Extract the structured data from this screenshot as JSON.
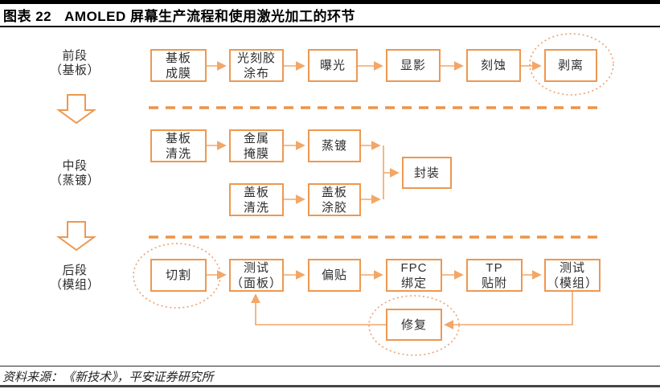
{
  "title": {
    "figure_label": "图表 22",
    "text": "AMOLED 屏幕生产流程和使用激光加工的环节"
  },
  "sections": {
    "front": {
      "line1": "前段",
      "line2": "（基板）"
    },
    "middle": {
      "line1": "中段",
      "line2": "（蒸镀）"
    },
    "back": {
      "line1": "后段",
      "line2": "（模组）"
    }
  },
  "nodes": {
    "substrate_film": "基板\n成膜",
    "photoresist_coating": "光刻胶\n涂布",
    "exposure": "曝光",
    "development": "显影",
    "etching": "刻蚀",
    "lift_off": "剥离",
    "substrate_cleaning": "基板\n清洗",
    "metal_mask": "金属\n掩膜",
    "evaporation": "蒸镀",
    "cover_cleaning": "盖板\n清洗",
    "cover_gluing": "盖板\n涂胶",
    "encapsulation": "封装",
    "cutting": "切割",
    "panel_test": "测试\n（面板）",
    "lamination": "偏贴",
    "fpc_bonding": "FPC\n绑定",
    "tp_attach": "TP\n贴附",
    "module_test": "测试\n（模组）",
    "repair": "修复"
  },
  "source": "资料来源：《新技术》，平安证券研究所",
  "colors": {
    "box_border": "#ED9850",
    "arrow": "#F2A768",
    "separator": "#EC9448",
    "highlight_ellipse": "#E9A77E",
    "node_text": "#2E2E2E"
  }
}
